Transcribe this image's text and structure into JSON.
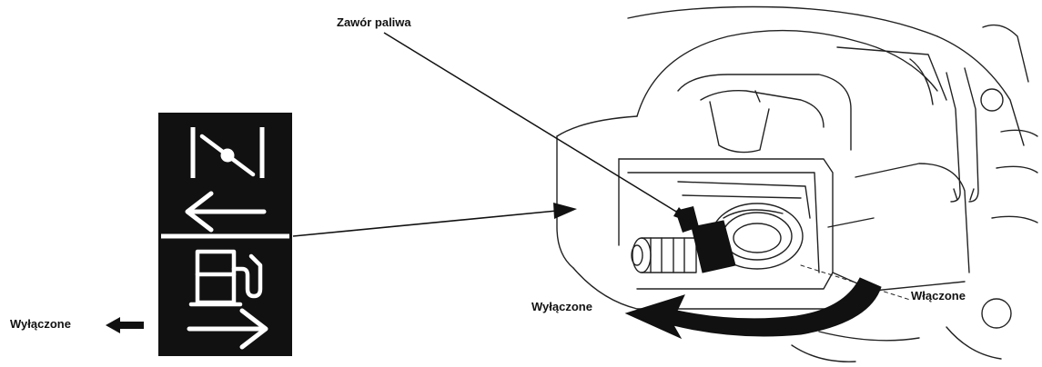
{
  "labels": {
    "fuel_valve": "Zawór paliwa",
    "off_left": "Wyłączone",
    "off_middle": "Wyłączone",
    "on": "Włączone"
  },
  "icons": {
    "choke": "choke-icon",
    "fuel_pump": "fuel-pump-icon",
    "arrow_left": "arrow-left-icon",
    "arrow_right": "arrow-right-icon"
  },
  "colors": {
    "ink": "#111111",
    "panel": "#111111",
    "panel_symbol": "#ffffff",
    "background": "#ffffff"
  }
}
